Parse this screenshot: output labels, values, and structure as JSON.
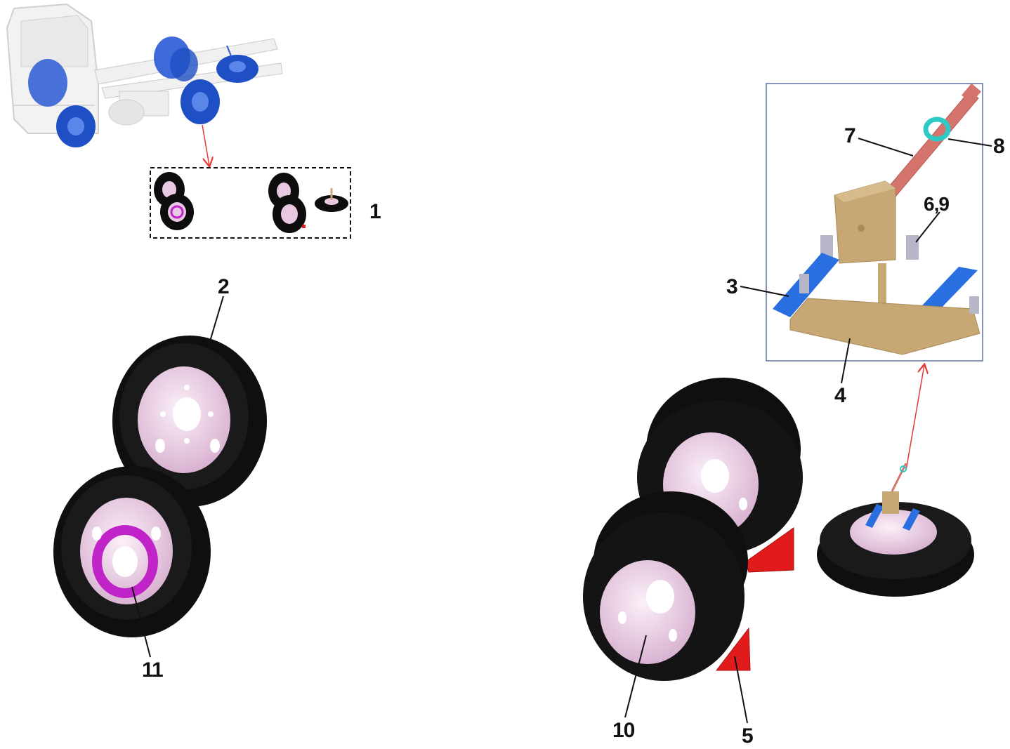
{
  "labels": {
    "callout_1": "1",
    "callout_2": "2",
    "callout_3": "3",
    "callout_4": "4",
    "callout_5": "5",
    "callout_6_9": "6,9",
    "callout_7": "7",
    "callout_8": "8",
    "callout_10": "10",
    "callout_11": "11"
  },
  "colors": {
    "tire": "#0d0d0d",
    "rim": "#e9c8e3",
    "highlight_parts": "#2a5bd6",
    "bracket": "#c7a874",
    "rod": "#d4746d",
    "ring": "#2ec9c4",
    "chock": "#e11b1b",
    "spacer": "#c023c7",
    "arrow": "#e53935",
    "detail_frame": "#5b6fa6"
  },
  "icons": {
    "truck": "truck-chassis-icon",
    "tire": "tire-icon",
    "spare_carrier": "spare-wheel-carrier-icon",
    "chock": "wheel-chock-icon"
  }
}
